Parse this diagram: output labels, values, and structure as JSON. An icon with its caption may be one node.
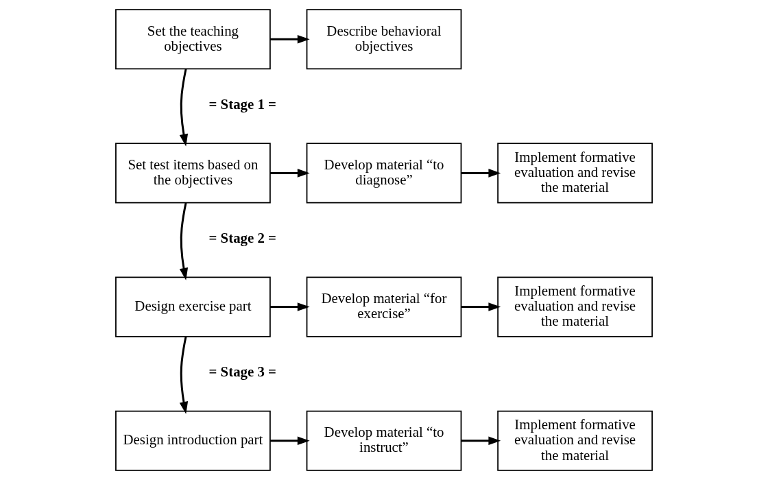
{
  "diagram": {
    "nodes": [
      {
        "text": [
          "Set the teaching objectives"
        ]
      },
      {
        "text": [
          "Describe behavioral objectives"
        ]
      },
      {
        "text": [
          "Set test items based on the objectives"
        ]
      },
      {
        "text": [
          "Develop material “to diagnose”"
        ]
      },
      {
        "text": [
          "Implement formative evaluation and revise the material"
        ]
      },
      {
        "text": [
          "Design exercise part"
        ]
      },
      {
        "text": [
          "Develop material “for exercise”"
        ]
      },
      {
        "text": [
          "Implement formative evaluation and revise the material"
        ]
      },
      {
        "text": [
          "Design introduction part"
        ]
      },
      {
        "text": [
          "Develop material “to instruct”"
        ]
      },
      {
        "text": [
          "Implement formative evaluation and revise the material"
        ]
      }
    ],
    "edges": [
      {
        "from": 0,
        "to": 1,
        "arrow": "to"
      },
      {
        "from": 0,
        "to": 2,
        "arrow": "to"
      },
      {
        "from": 2,
        "to": 3,
        "arrow": "to"
      },
      {
        "from": 3,
        "to": 4,
        "arrow": "to"
      },
      {
        "from": 2,
        "to": 5,
        "arrow": "to"
      },
      {
        "from": 5,
        "to": 6,
        "arrow": "to"
      },
      {
        "from": 6,
        "to": 7,
        "arrow": "to"
      },
      {
        "from": 5,
        "to": 8,
        "arrow": "to"
      },
      {
        "from": 8,
        "to": 9,
        "arrow": "to"
      },
      {
        "from": 9,
        "to": 10,
        "arrow": "to"
      }
    ],
    "labels": [
      "= Stage 1 =",
      "= Stage 2 =",
      "= Stage 3 ="
    ]
  }
}
